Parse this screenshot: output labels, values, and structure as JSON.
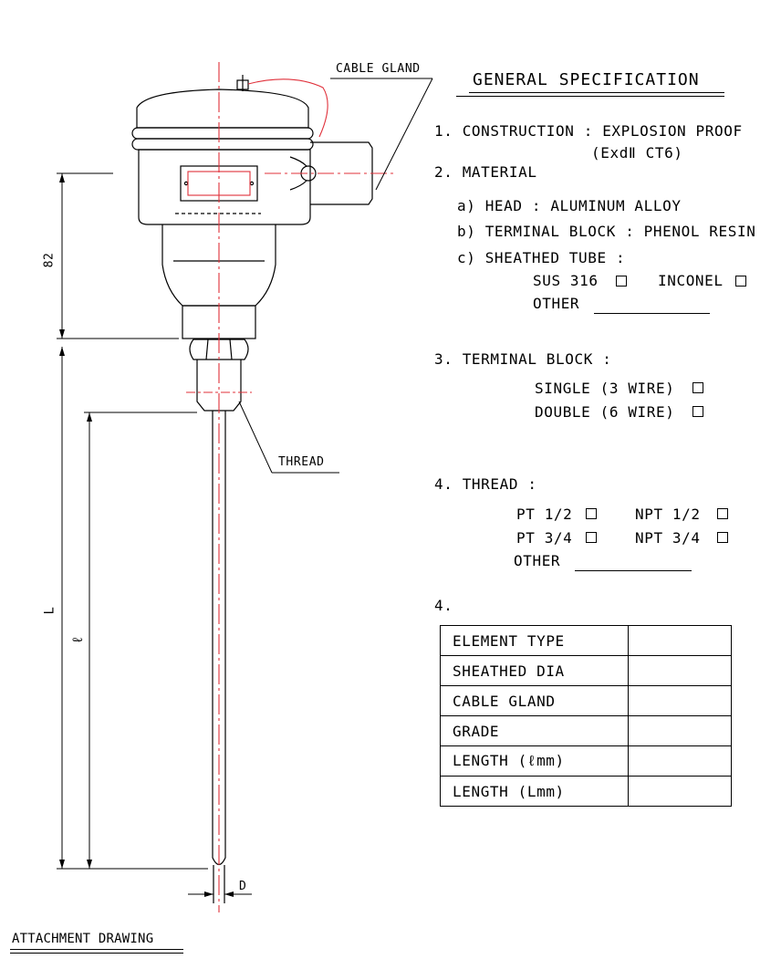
{
  "drawing": {
    "cable_gland_label": "CABLE GLAND",
    "thread_label": "THREAD",
    "dim_82": "82",
    "dim_L": "L",
    "dim_l": "ℓ",
    "dim_D": "D",
    "attachment_title": "ATTACHMENT DRAWING",
    "colors": {
      "center_line": "#e0303a",
      "outline": "#000000"
    }
  },
  "spec": {
    "title": "GENERAL SPECIFICATION",
    "construction": "1. CONSTRUCTION : EXPLOSION PROOF",
    "construction_code": "(ExdⅡ  CT6)",
    "material": "2. MATERIAL",
    "head": "a) HEAD : ALUMINUM ALLOY",
    "terminal_block_material": "b) TERMINAL BLOCK : PHENOL RESIN",
    "sheathed_tube": "c) SHEATHED TUBE :",
    "sus316": "SUS 316",
    "inconel": "INCONEL",
    "other1": "OTHER",
    "terminal_block": "3. TERMINAL BLOCK :",
    "single": "SINGLE (3 WIRE)",
    "double": "DOUBLE (6 WIRE)",
    "thread": "4. THREAD :",
    "pt12": "PT 1/2",
    "npt12": "NPT 1/2",
    "pt34": "PT 3/4",
    "npt34": "NPT 3/4",
    "other2": "OTHER",
    "item4b": "4."
  },
  "table": {
    "rows": [
      {
        "label": "ELEMENT TYPE",
        "value": ""
      },
      {
        "label": "SHEATHED DIA",
        "value": ""
      },
      {
        "label": "CABLE GLAND",
        "value": ""
      },
      {
        "label": "GRADE",
        "value": ""
      },
      {
        "label": "LENGTH (ℓmm)",
        "value": ""
      },
      {
        "label": "LENGTH (Lmm)",
        "value": ""
      }
    ]
  }
}
